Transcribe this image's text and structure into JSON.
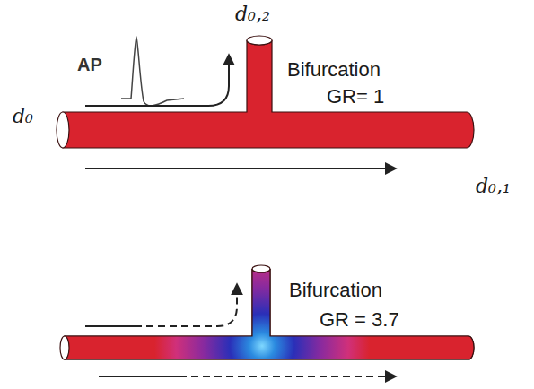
{
  "diagram": {
    "labels": [
      "AP",
      "d₀,₂",
      "Bifurcation",
      "GR= 1",
      "d₀",
      "d₀,₁",
      "Bifurcation",
      "GR = 3.7"
    ]
  }
}
